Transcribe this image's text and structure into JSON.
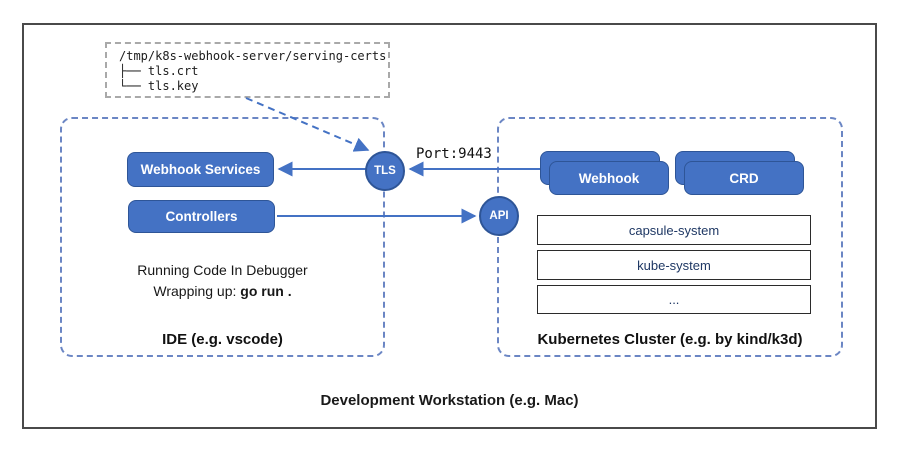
{
  "title": "Development Workstation (e.g. Mac)",
  "cert_box": {
    "path": "/tmp/k8s-webhook-server/serving-certs",
    "file1": "├── tls.crt",
    "file2": "└── tls.key"
  },
  "ide": {
    "title": "IDE (e.g. vscode)",
    "webhook_services_label": "Webhook Services",
    "controllers_label": "Controllers",
    "note_line1": "Running Code In Debugger",
    "note_line2_prefix": "Wrapping up: ",
    "note_line2_code": "go run ."
  },
  "cluster": {
    "title": "Kubernetes Cluster (e.g. by kind/k3d)",
    "webhook_card_label": "Webhook",
    "crd_card_label": "CRD",
    "namespaces": [
      "capsule-system",
      "kube-system",
      "..."
    ]
  },
  "connectors": {
    "tls_label": "TLS",
    "api_label": "API",
    "port_label": "Port:9443"
  },
  "colors": {
    "accent": "#4472C4",
    "accent_dark": "#2E5597",
    "region_border": "#6b86c4",
    "cert_border": "#a9a9a9",
    "namespace_text": "#1F3864"
  }
}
